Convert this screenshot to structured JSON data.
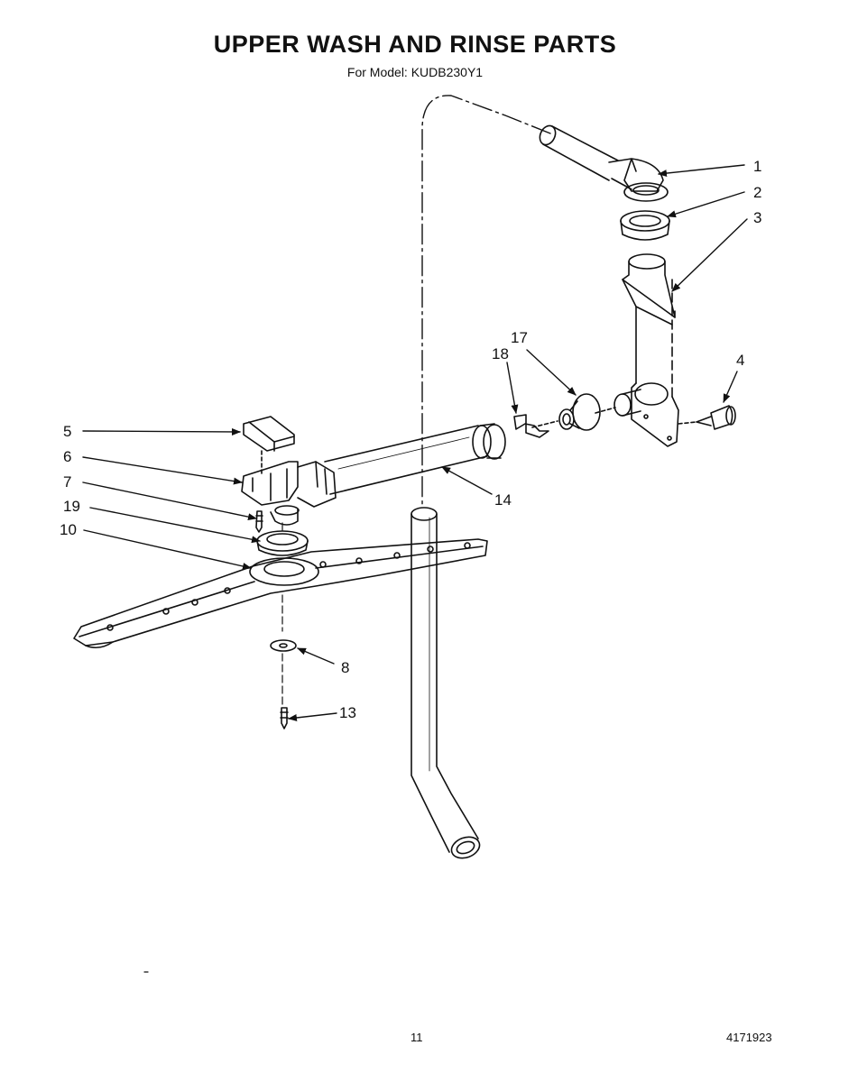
{
  "header": {
    "title": "UPPER WASH AND RINSE PARTS",
    "model_line": "For Model: KUDB230Y1"
  },
  "callouts": {
    "c1": "1",
    "c2": "2",
    "c3": "3",
    "c4": "4",
    "c5": "5",
    "c6": "6",
    "c7": "7",
    "c8": "8",
    "c10": "10",
    "c13": "13",
    "c14": "14",
    "c17": "17",
    "c18": "18",
    "c19": "19"
  },
  "parts": {
    "p1": "elbow-fitting",
    "p2": "grommet",
    "p3": "manifold-tube",
    "p4": "nozzle-fastener",
    "p5": "cover",
    "p6": "bracket",
    "p7": "screw",
    "p8": "washer",
    "p10": "spray-arm",
    "p13": "screw",
    "p14": "wash-tube",
    "p17": "diverter",
    "p18": "clip",
    "p19": "bearing-ring"
  },
  "footer": {
    "page_number": "11",
    "document_number": "4171923"
  },
  "colors": {
    "line": "#111111",
    "background": "#ffffff"
  }
}
